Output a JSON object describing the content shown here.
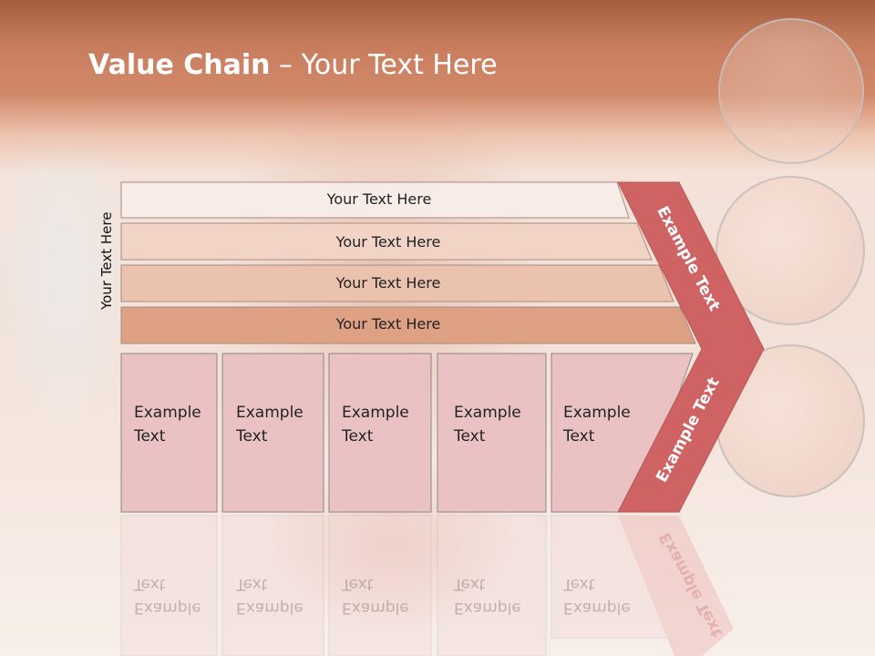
{
  "title": {
    "bold": "Value Chain",
    "rest": " – Your Text Here"
  },
  "vertical_label": "Your Text Here",
  "bars": [
    {
      "label": "Your Text Here",
      "color": "#f8ece9"
    },
    {
      "label": "Your Text Here",
      "color": "#f2d4c7"
    },
    {
      "label": "Your Text Here",
      "color": "#ebc2ad"
    },
    {
      "label": "Your Text Here",
      "color": "#dfa183"
    }
  ],
  "boxes": [
    {
      "line1": "Example",
      "line2": "Text"
    },
    {
      "line1": "Example",
      "line2": "Text"
    },
    {
      "line1": "Example",
      "line2": "Text"
    },
    {
      "line1": "Example",
      "line2": "Text"
    },
    {
      "line1": "Example",
      "line2": "Text"
    }
  ],
  "arrow": {
    "upper_label": "Example Text",
    "lower_label": "Example Text",
    "color": "#cf6364"
  },
  "colors": {
    "header": "#c77d5d",
    "box_fill": "#ebc2c3",
    "box_border": "#8d8585"
  }
}
